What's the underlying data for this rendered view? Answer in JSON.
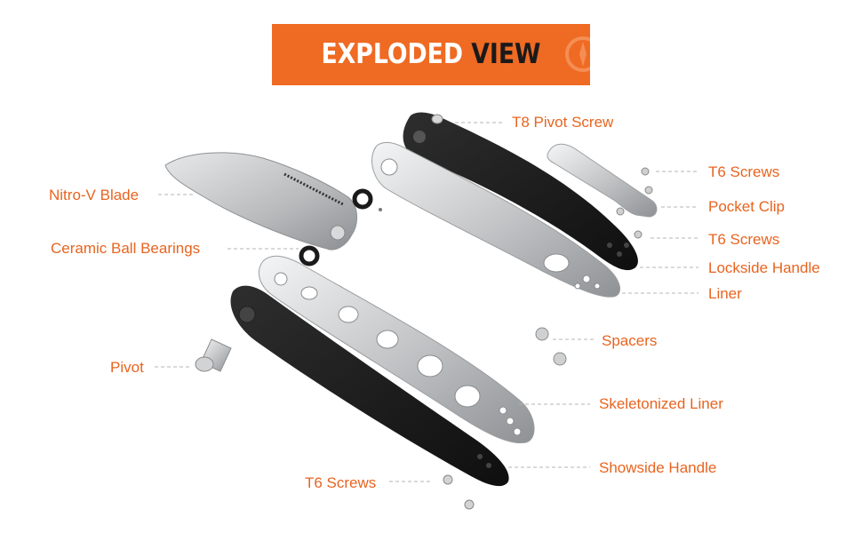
{
  "banner": {
    "word1": "EXPLODED",
    "word2": "VIEW"
  },
  "labels": {
    "t8_pivot_screw": "T8 Pivot Screw",
    "t6_screws_top": "T6 Screws",
    "pocket_clip": "Pocket Clip",
    "t6_screws_mid": "T6 Screws",
    "lockside_handle": "Lockside Handle",
    "liner": "Liner",
    "nitro_v_blade": "Nitro-V Blade",
    "ceramic_ball_bearings": "Ceramic Ball Bearings",
    "spacers": "Spacers",
    "pivot": "Pivot",
    "skeletonized_liner": "Skeletonized Liner",
    "showside_handle": "Showside Handle",
    "t6_screws_bottom": "T6 Screws"
  },
  "colors": {
    "accent": "#ef6a23",
    "label": "#e8641f",
    "handle": "#1b1b1b",
    "steel": "#c9cbcd"
  }
}
